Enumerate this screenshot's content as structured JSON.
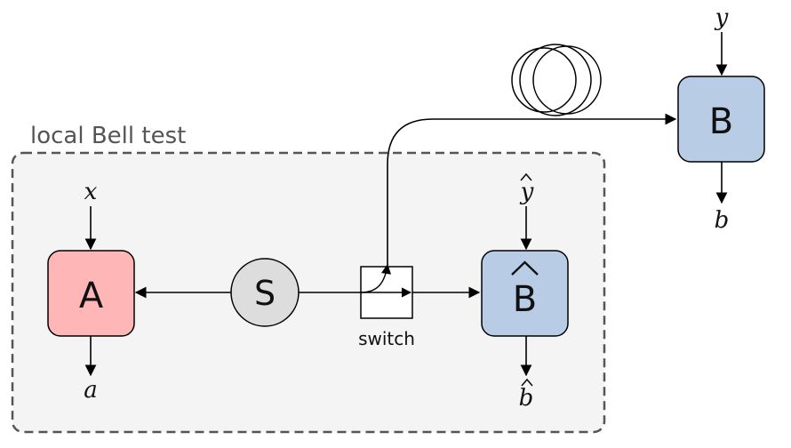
{
  "region": {
    "label": "local Bell test",
    "fill": "#f4f4f4",
    "border": "#555555"
  },
  "nodes": {
    "a_box": {
      "label": "A",
      "fill": "#ffb6b6"
    },
    "source": {
      "label": "S",
      "fill": "#dddddd"
    },
    "b_hat_box": {
      "label": "B",
      "fill": "#b9cce5"
    },
    "b_box": {
      "label": "B",
      "fill": "#b9cce5"
    },
    "switch": {
      "label": "switch"
    }
  },
  "variables": {
    "x": "x",
    "a": "a",
    "y_hat": "y",
    "b_hat": "b",
    "y": "y",
    "b": "b"
  },
  "icons": {
    "hat": "circumflex-accent",
    "fiber": "fiber-coil-icon",
    "switch": "switch-icon"
  },
  "colors": {
    "stroke": "#000000",
    "text": "#111111"
  }
}
